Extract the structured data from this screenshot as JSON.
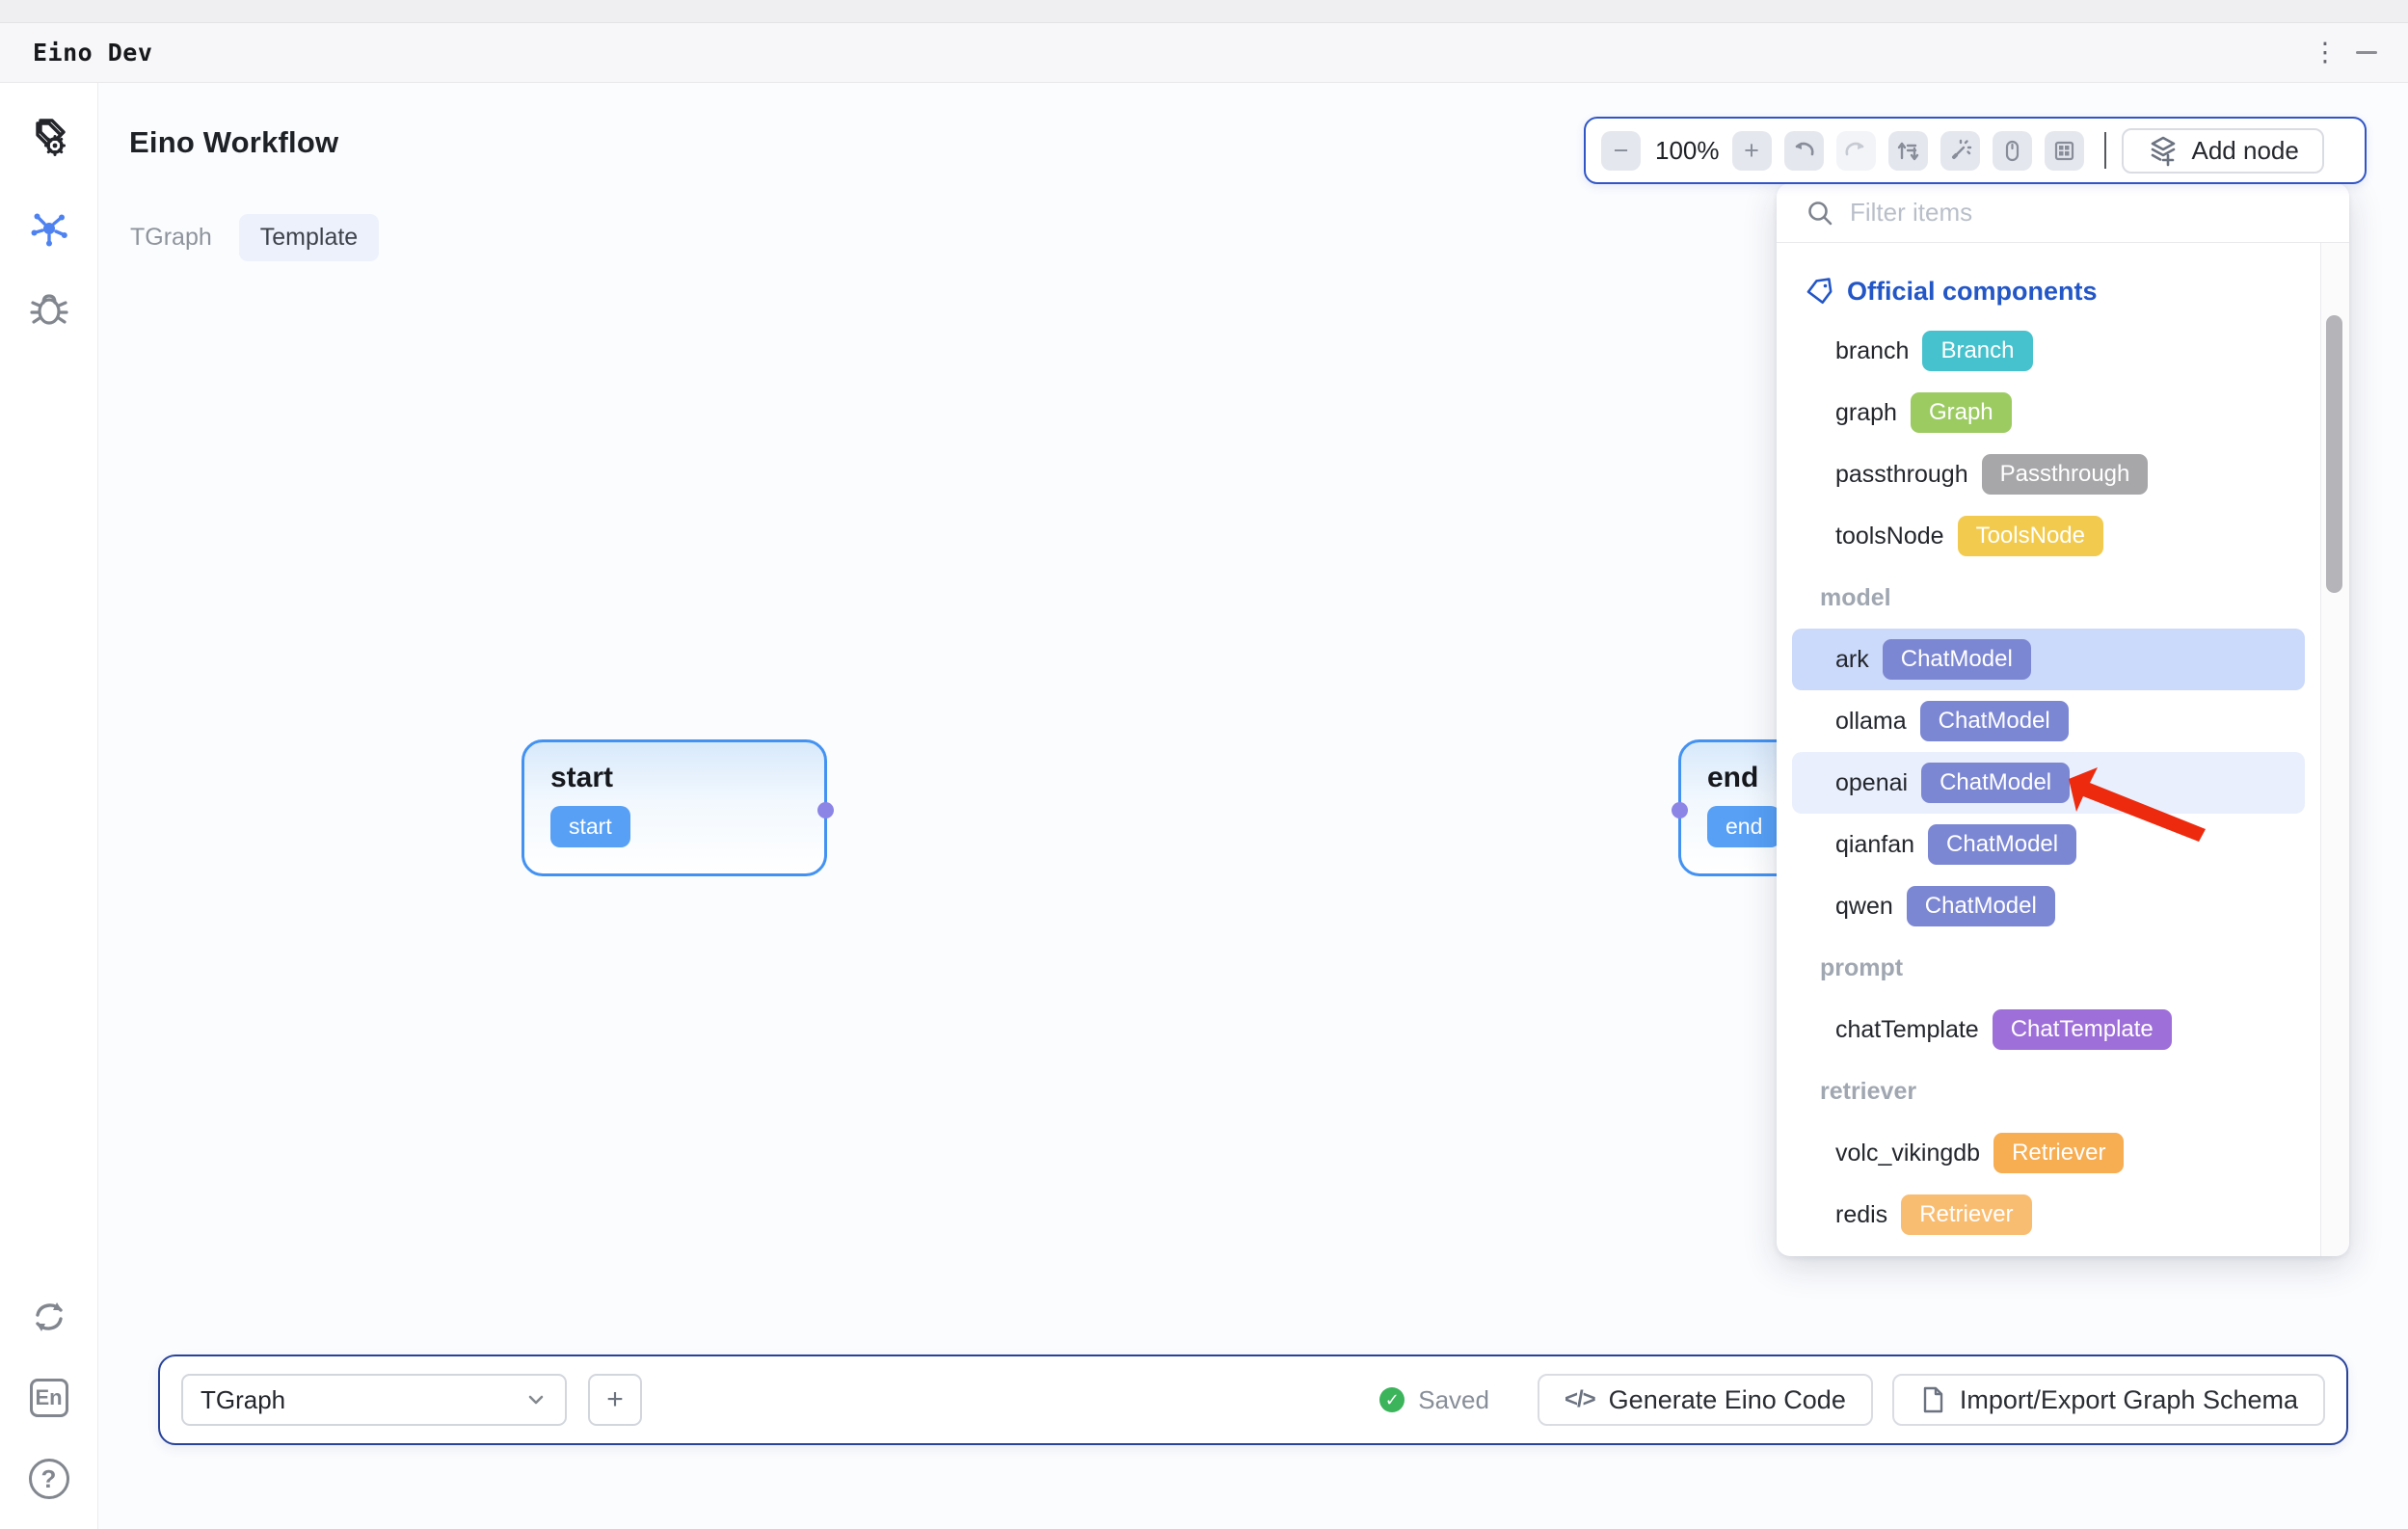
{
  "window": {
    "title": "Eino Dev",
    "kebab_glyph": "⋮"
  },
  "sidebar": {
    "language_label": "En",
    "help_glyph": "?"
  },
  "header": {
    "app_title": "Eino Workflow",
    "tabs": [
      {
        "label": "TGraph",
        "active": false
      },
      {
        "label": "Template",
        "active": true
      }
    ]
  },
  "toolbar": {
    "zoom_level": "100%",
    "minus_glyph": "−",
    "plus_glyph": "+",
    "add_node_label": "Add node"
  },
  "canvas": {
    "nodes": [
      {
        "title": "start",
        "badge": "start"
      },
      {
        "title": "end",
        "badge": "end"
      }
    ]
  },
  "panel": {
    "filter_placeholder": "Filter items",
    "header": "Official components",
    "sections": [
      {
        "label": "",
        "items": [
          {
            "name": "branch",
            "badge": "Branch",
            "color": "#45c2cd",
            "highlight": "none"
          },
          {
            "name": "graph",
            "badge": "Graph",
            "color": "#9ccb62",
            "highlight": "none"
          },
          {
            "name": "passthrough",
            "badge": "Passthrough",
            "color": "#a7a7aa",
            "highlight": "none"
          },
          {
            "name": "toolsNode",
            "badge": "ToolsNode",
            "color": "#f2cb4e",
            "highlight": "none"
          }
        ]
      },
      {
        "label": "model",
        "items": [
          {
            "name": "ark",
            "badge": "ChatModel",
            "color": "#7c87d3",
            "highlight": "strong"
          },
          {
            "name": "ollama",
            "badge": "ChatModel",
            "color": "#7c87d3",
            "highlight": "none"
          },
          {
            "name": "openai",
            "badge": "ChatModel",
            "color": "#7c87d3",
            "highlight": "light"
          },
          {
            "name": "qianfan",
            "badge": "ChatModel",
            "color": "#7c87d3",
            "highlight": "none"
          },
          {
            "name": "qwen",
            "badge": "ChatModel",
            "color": "#7c87d3",
            "highlight": "none"
          }
        ]
      },
      {
        "label": "prompt",
        "items": [
          {
            "name": "chatTemplate",
            "badge": "ChatTemplate",
            "color": "#9e6fd9",
            "highlight": "none"
          }
        ]
      },
      {
        "label": "retriever",
        "items": [
          {
            "name": "volc_vikingdb",
            "badge": "Retriever",
            "color": "#f7ad52",
            "highlight": "none"
          },
          {
            "name": "redis",
            "badge": "Retriever",
            "color": "#f9bd72",
            "highlight": "none"
          }
        ]
      }
    ],
    "annotation_arrow_color": "#ee2a0e"
  },
  "footer": {
    "graph_select_value": "TGraph",
    "add_graph_glyph": "+",
    "saved_label": "Saved",
    "generate_label": "Generate Eino Code",
    "generate_icon_glyph": "</>",
    "import_label": "Import/Export Graph Schema"
  }
}
